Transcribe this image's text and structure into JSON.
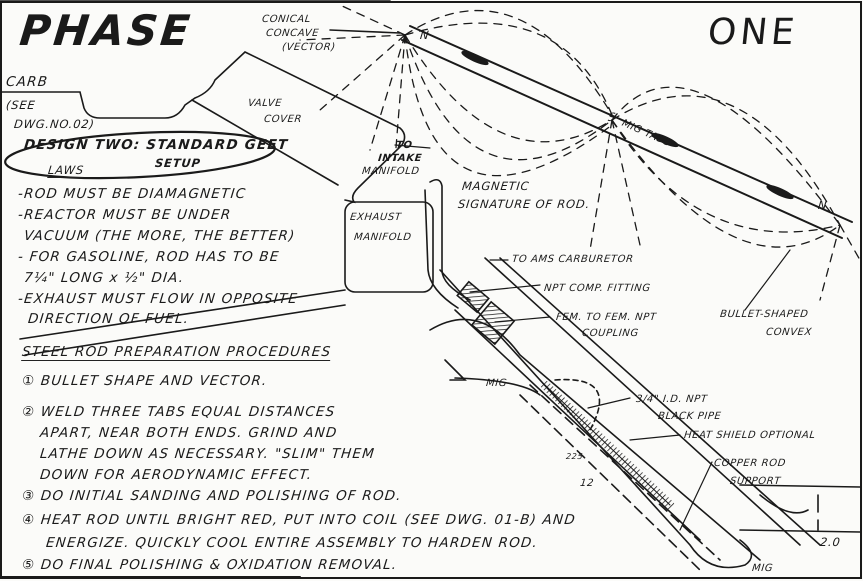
{
  "title_left": "PHASE",
  "title_right": "ONE",
  "carb": {
    "label": "CARB",
    "ref1": "(SEE",
    "ref2": "DWG.NO.02)"
  },
  "design": {
    "line1": "DESIGN TWO: STANDARD GEET",
    "line2": "SETUP"
  },
  "laws": {
    "heading": "LAWS",
    "lines": [
      "-ROD MUST BE DIAMAGNETIC",
      "-REACTOR MUST BE UNDER",
      "VACUUM (THE MORE, THE BETTER)",
      "- FOR GASOLINE, ROD HAS TO BE",
      "7¼\" LONG x ½\" DIA.",
      "-EXHAUST MUST FLOW IN OPPOSITE",
      "DIRECTION OF FUEL."
    ]
  },
  "procedures": {
    "heading": "STEEL ROD PREPARATION PROCEDURES",
    "lines": [
      "① BULLET SHAPE AND VECTOR.",
      "② WELD THREE TABS EQUAL DISTANCES",
      "APART, NEAR BOTH ENDS. GRIND AND",
      "LATHE DOWN AS NECESSARY. \"SLIM\" THEM",
      "DOWN FOR AERODYNAMIC EFFECT.",
      "③ DO INITIAL SANDING AND POLISHING OF ROD.",
      "④ HEAT ROD UNTIL BRIGHT RED, PUT INTO COIL (SEE DWG. 01-B) AND",
      "ENERGIZE. QUICKLY COOL ENTIRE ASSEMBLY TO HARDEN ROD.",
      "⑤ DO FINAL POLISHING & OXIDATION REMOVAL."
    ]
  },
  "labels": {
    "conical1": "CONICAL",
    "conical2": "CONCAVE",
    "conical3": "(VECTOR)",
    "valve1": "VALVE",
    "valve2": "COVER",
    "intake1": "TO",
    "intake2": "INTAKE",
    "intake3": "MANIFOLD",
    "exhaust1": "EXHAUST",
    "exhaust2": "MANIFOLD",
    "magnetic1": "MAGNETIC",
    "magnetic2": "SIGNATURE OF ROD.",
    "pole_n1": "N",
    "pole_s": "S",
    "pole_n2": "N",
    "mig_tabs": "MIG TABS",
    "ams": "TO AMS CARBURETOR",
    "npt_fitting": "NPT COMP. FITTING",
    "coupling1": "FEM. TO FEM. NPT",
    "coupling2": "COUPLING",
    "mig1": "MIG",
    "pipe1": "3/4\" I.D. NPT",
    "pipe2": "BLACK PIPE",
    "heat_shield": "HEAT SHIELD OPTIONAL",
    "copper1": "COPPER ROD",
    "copper2": "SUPPORT",
    "bullet1": "BULLET-SHAPED",
    "bullet2": "CONVEX",
    "dim_225": "225",
    "dim_12": "12",
    "dim_20": "2.0",
    "mig2": "MIG"
  }
}
